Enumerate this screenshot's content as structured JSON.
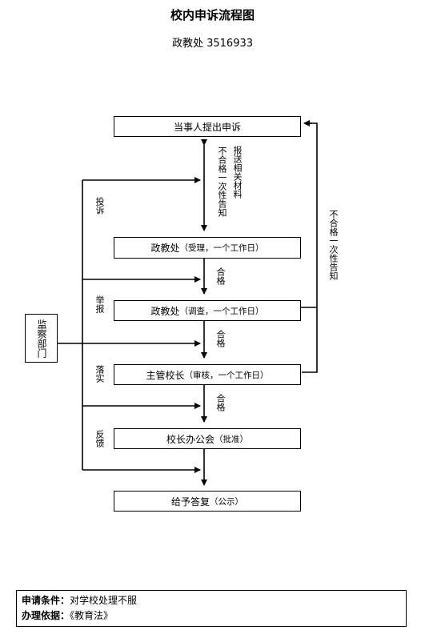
{
  "title": "校内申诉流程图",
  "subtitle": "政教处 3516933",
  "nodes": {
    "start": "当事人提出申诉",
    "accept_main": "政教处",
    "accept_note": "（受理，一个工作日）",
    "investigate_main": "政教处",
    "investigate_note": "（调查，一个工作日）",
    "review_main": "主管校长",
    "review_note": "（审核，一个工作日）",
    "meeting_main": "校长办公会",
    "meeting_note": "（批准）",
    "reply_main": "给予答复",
    "reply_note": "（公示）",
    "supervise": "监察部门"
  },
  "labels": {
    "report_materials": "报送相关材料",
    "unqualified_once_left": "不合格一次性告知",
    "unqualified_once_right": "不合格一次性告知",
    "pass_1": "合格",
    "pass_2": "合格",
    "pass_3": "合格",
    "complaint": "投诉",
    "report": "举报",
    "implement": "落实",
    "feedback": "反馈"
  },
  "footer": {
    "condition_label": "申请条件：",
    "condition_value": "对学校处理不服",
    "basis_label": "办理依据：",
    "basis_value": "《教育法》"
  }
}
